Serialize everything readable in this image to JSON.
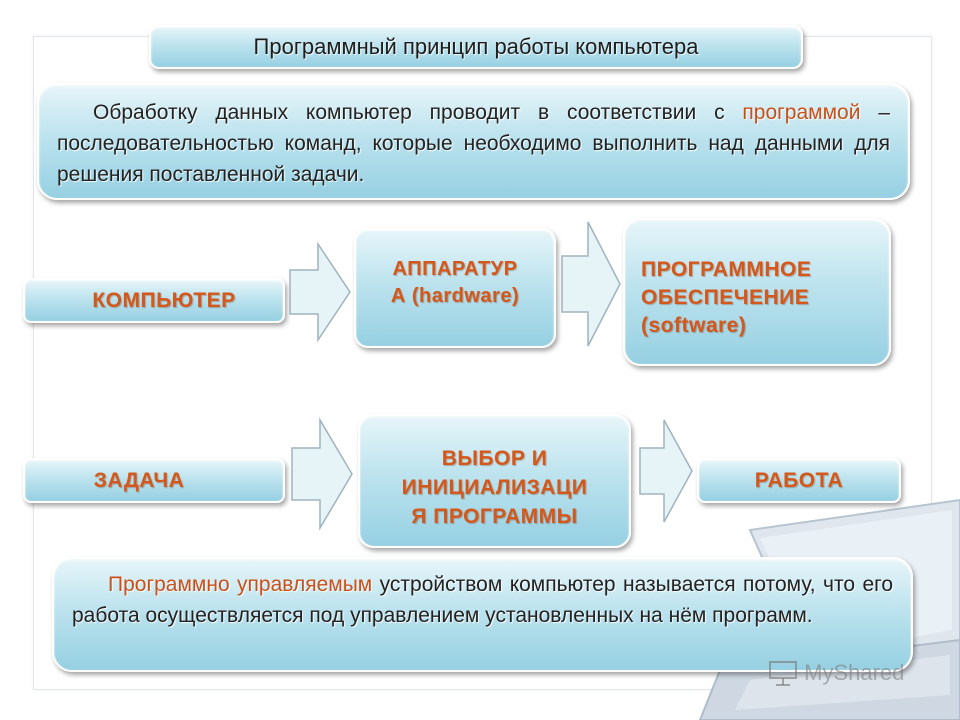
{
  "slide": {
    "title": "Программный принцип работы компьютера",
    "intro": {
      "before": "Обработку данных компьютер проводит в соответствии с ",
      "highlight": "программой",
      "after": " – последовательностью команд, которые необходимо выполнить над данными для решения поставленной задачи."
    },
    "diagram": {
      "computer": "КОМПЬЮТЕР",
      "hardware_line1": "АППАРАТУР",
      "hardware_line2": "А (hardware)",
      "software_line1": "ПРОГРАММНОЕ",
      "software_line2": "ОБЕСПЕЧЕНИЕ",
      "software_line3": "(software)",
      "task": "ЗАДАЧА",
      "choice_line1": "ВЫБОР И",
      "choice_line2": "ИНИЦИАЛИЗАЦИ",
      "choice_line3": "Я ПРОГРАММЫ",
      "work": "РАБОТА"
    },
    "conclusion": {
      "highlight": "Программно управляемым",
      "after": " устройством компьютер называется потому, что его работа осуществляется под управлением установленных на нём программ."
    },
    "watermark": "MyShared",
    "colors": {
      "box_fill": "#bde3ee",
      "label_orange": "#d4581c",
      "highlight": "#c8501a",
      "arrow_fill": "#dceff5"
    }
  }
}
